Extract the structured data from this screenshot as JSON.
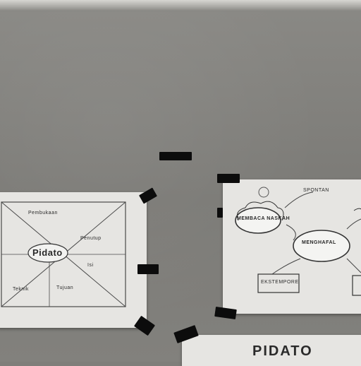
{
  "photo": {
    "description_free": true,
    "sheets": [
      {
        "id": "left-sheet",
        "center_label": "Pidato",
        "labels": [
          "Pembukaan",
          "Penutup",
          "Isi",
          "Tujuan",
          "Teknik"
        ]
      },
      {
        "id": "right-sheet",
        "labels": [
          "SPONTAN",
          "MEMBACA NASKAH",
          "MENGHAFAL",
          "EKSTEMPORE"
        ]
      },
      {
        "id": "bottom-sheet",
        "title": "PIDATO"
      }
    ],
    "colors": {
      "wall": "#7f7e7a",
      "paper": "#e6e5e2",
      "tape": "#0c0c0c",
      "ink": "#2b2b2b"
    }
  }
}
